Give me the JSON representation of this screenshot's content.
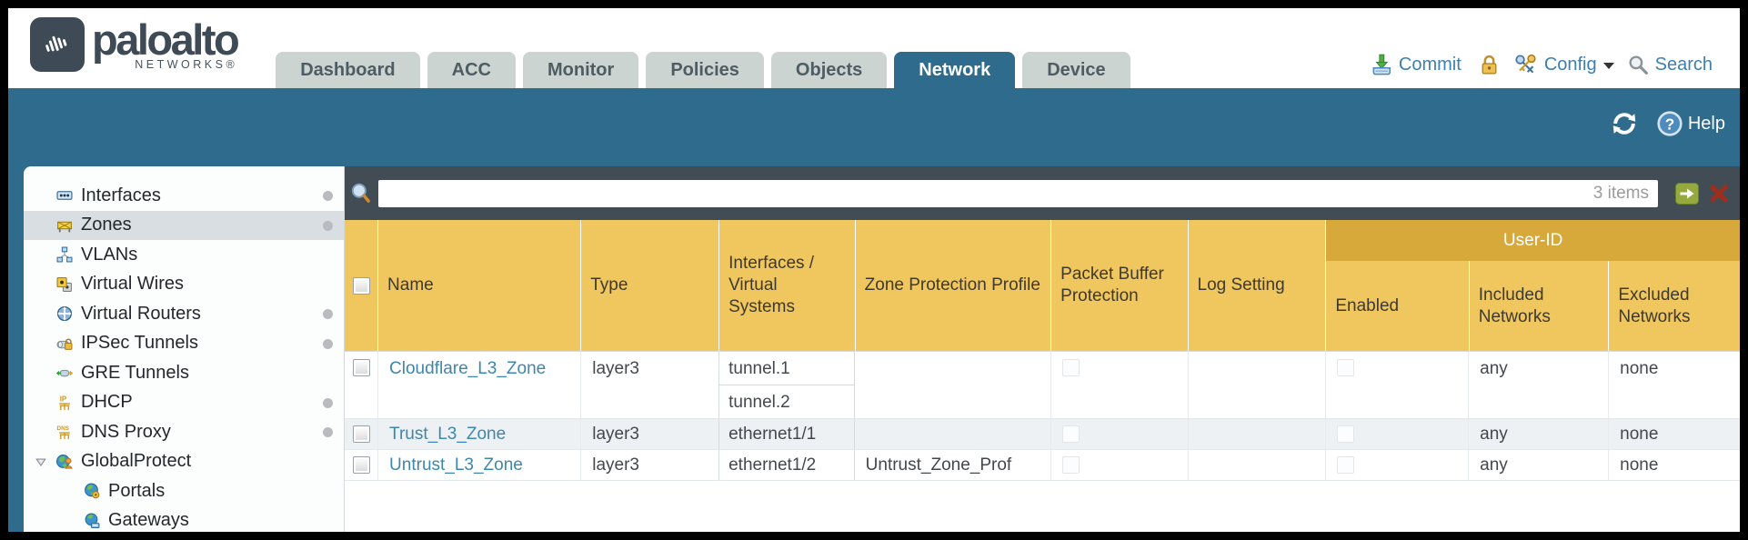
{
  "colors": {
    "frame": "#000000",
    "teal": "#2f6b8d",
    "tab_inactive": "#cbd4d1",
    "tab_text": "#4e5c63",
    "action_blue": "#3d7fae",
    "filter_bar": "#424c55",
    "table_gold": "#f0c75e",
    "table_gold_dark": "#d7a83a",
    "link_blue": "#3e86ab",
    "row_alt": "#edf1f4",
    "sidebar_selected": "#d8dee2"
  },
  "header": {
    "brand": {
      "name": "paloalto",
      "subtitle": "NETWORKS®"
    },
    "tabs": [
      {
        "label": "Dashboard",
        "active": false
      },
      {
        "label": "ACC",
        "active": false
      },
      {
        "label": "Monitor",
        "active": false
      },
      {
        "label": "Policies",
        "active": false
      },
      {
        "label": "Objects",
        "active": false
      },
      {
        "label": "Network",
        "active": true
      },
      {
        "label": "Device",
        "active": false
      }
    ],
    "actions": {
      "commit_label": "Commit",
      "config_label": "Config",
      "search_label": "Search"
    }
  },
  "toolbar": {
    "help_label": "Help"
  },
  "sidebar": {
    "items": [
      {
        "label": "Interfaces",
        "icon": "interfaces-icon",
        "dot": true,
        "selected": false,
        "child": false,
        "expander": false
      },
      {
        "label": "Zones",
        "icon": "zones-icon",
        "dot": true,
        "selected": true,
        "child": false,
        "expander": false
      },
      {
        "label": "VLANs",
        "icon": "vlans-icon",
        "dot": false,
        "selected": false,
        "child": false,
        "expander": false
      },
      {
        "label": "Virtual Wires",
        "icon": "virtual-wires-icon",
        "dot": false,
        "selected": false,
        "child": false,
        "expander": false
      },
      {
        "label": "Virtual Routers",
        "icon": "virtual-routers-icon",
        "dot": true,
        "selected": false,
        "child": false,
        "expander": false
      },
      {
        "label": "IPSec Tunnels",
        "icon": "ipsec-tunnels-icon",
        "dot": true,
        "selected": false,
        "child": false,
        "expander": false
      },
      {
        "label": "GRE Tunnels",
        "icon": "gre-tunnels-icon",
        "dot": false,
        "selected": false,
        "child": false,
        "expander": false
      },
      {
        "label": "DHCP",
        "icon": "dhcp-icon",
        "dot": true,
        "selected": false,
        "child": false,
        "expander": false
      },
      {
        "label": "DNS Proxy",
        "icon": "dns-proxy-icon",
        "dot": true,
        "selected": false,
        "child": false,
        "expander": false
      },
      {
        "label": "GlobalProtect",
        "icon": "globalprotect-icon",
        "dot": false,
        "selected": false,
        "child": false,
        "expander": true
      },
      {
        "label": "Portals",
        "icon": "portals-icon",
        "dot": false,
        "selected": false,
        "child": true,
        "expander": false
      },
      {
        "label": "Gateways",
        "icon": "gateways-icon",
        "dot": false,
        "selected": false,
        "child": true,
        "expander": false
      }
    ]
  },
  "filter": {
    "query": "",
    "items_count": "3 items"
  },
  "table": {
    "user_id_group": "User-ID",
    "columns": [
      {
        "id": "select",
        "label": ""
      },
      {
        "id": "name",
        "label": "Name"
      },
      {
        "id": "type",
        "label": "Type"
      },
      {
        "id": "interfaces",
        "label": "Interfaces / Virtual Systems"
      },
      {
        "id": "zone_protection_profile",
        "label": "Zone Protection Profile"
      },
      {
        "id": "packet_buffer_protection",
        "label": "Packet Buffer Protection"
      },
      {
        "id": "log_setting",
        "label": "Log Setting"
      },
      {
        "id": "enabled",
        "label": "Enabled"
      },
      {
        "id": "included_networks",
        "label": "Included Networks"
      },
      {
        "id": "excluded_networks",
        "label": "Excluded Networks"
      }
    ],
    "rows": [
      {
        "name": "Cloudflare_L3_Zone",
        "type": "layer3",
        "interfaces": [
          "tunnel.1",
          "tunnel.2"
        ],
        "zone_protection_profile": "",
        "packet_buffer_protection": false,
        "log_setting": "",
        "user_id_enabled": false,
        "included_networks": "any",
        "excluded_networks": "none"
      },
      {
        "name": "Trust_L3_Zone",
        "type": "layer3",
        "interfaces": [
          "ethernet1/1"
        ],
        "zone_protection_profile": "",
        "packet_buffer_protection": false,
        "log_setting": "",
        "user_id_enabled": false,
        "included_networks": "any",
        "excluded_networks": "none"
      },
      {
        "name": "Untrust_L3_Zone",
        "type": "layer3",
        "interfaces": [
          "ethernet1/2"
        ],
        "zone_protection_profile": "Untrust_Zone_Prof",
        "packet_buffer_protection": false,
        "log_setting": "",
        "user_id_enabled": false,
        "included_networks": "any",
        "excluded_networks": "none"
      }
    ]
  }
}
